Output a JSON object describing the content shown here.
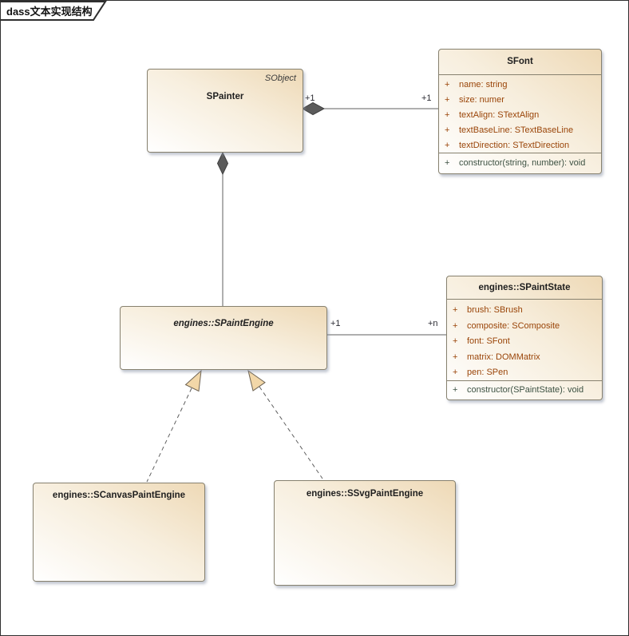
{
  "frame": {
    "label": "dass文本实现结构"
  },
  "classes": {
    "spainter": {
      "name": "SPainter",
      "parent_annotation": "SObject"
    },
    "sfont": {
      "name": "SFont",
      "attributes": [
        {
          "vis": "+",
          "text": "name: string"
        },
        {
          "vis": "+",
          "text": "size: numer"
        },
        {
          "vis": "+",
          "text": "textAlign: STextAlign"
        },
        {
          "vis": "+",
          "text": "textBaseLine: STextBaseLine"
        },
        {
          "vis": "+",
          "text": "textDirection: STextDirection"
        }
      ],
      "operations": [
        {
          "vis": "+",
          "text": "constructor(string, number): void"
        }
      ]
    },
    "spaintstate": {
      "name": "engines::SPaintState",
      "attributes": [
        {
          "vis": "+",
          "text": "brush: SBrush"
        },
        {
          "vis": "+",
          "text": "composite: SComposite"
        },
        {
          "vis": "+",
          "text": "font: SFont"
        },
        {
          "vis": "+",
          "text": "matrix: DOMMatrix"
        },
        {
          "vis": "+",
          "text": "pen: SPen"
        }
      ],
      "operations": [
        {
          "vis": "+",
          "text": "constructor(SPaintState): void"
        }
      ]
    },
    "spaintengine": {
      "name": "engines::SPaintEngine"
    },
    "scanvas": {
      "name": "engines::SCanvasPaintEngine"
    },
    "ssvg": {
      "name": "engines::SSvgPaintEngine"
    }
  },
  "connectors": {
    "painter_font": {
      "type": "composition",
      "source_label": "+1",
      "target_label": "+1"
    },
    "painter_engine": {
      "type": "composition"
    },
    "engine_state": {
      "type": "association",
      "source_label": "+1",
      "target_label": "+n"
    },
    "engine_canvas": {
      "type": "realization"
    },
    "engine_svg": {
      "type": "realization"
    }
  },
  "colors": {
    "box_fill_dark": "#eed9b6",
    "box_fill_light": "#ffffff",
    "box_border": "#87816f",
    "attribute_text": "#9a4509",
    "operation_text": "#3d5243",
    "connector_line": "#5f5f5f",
    "diamond_fill": "#5b5b5b",
    "triangle_fill": "#f2d7a8"
  }
}
